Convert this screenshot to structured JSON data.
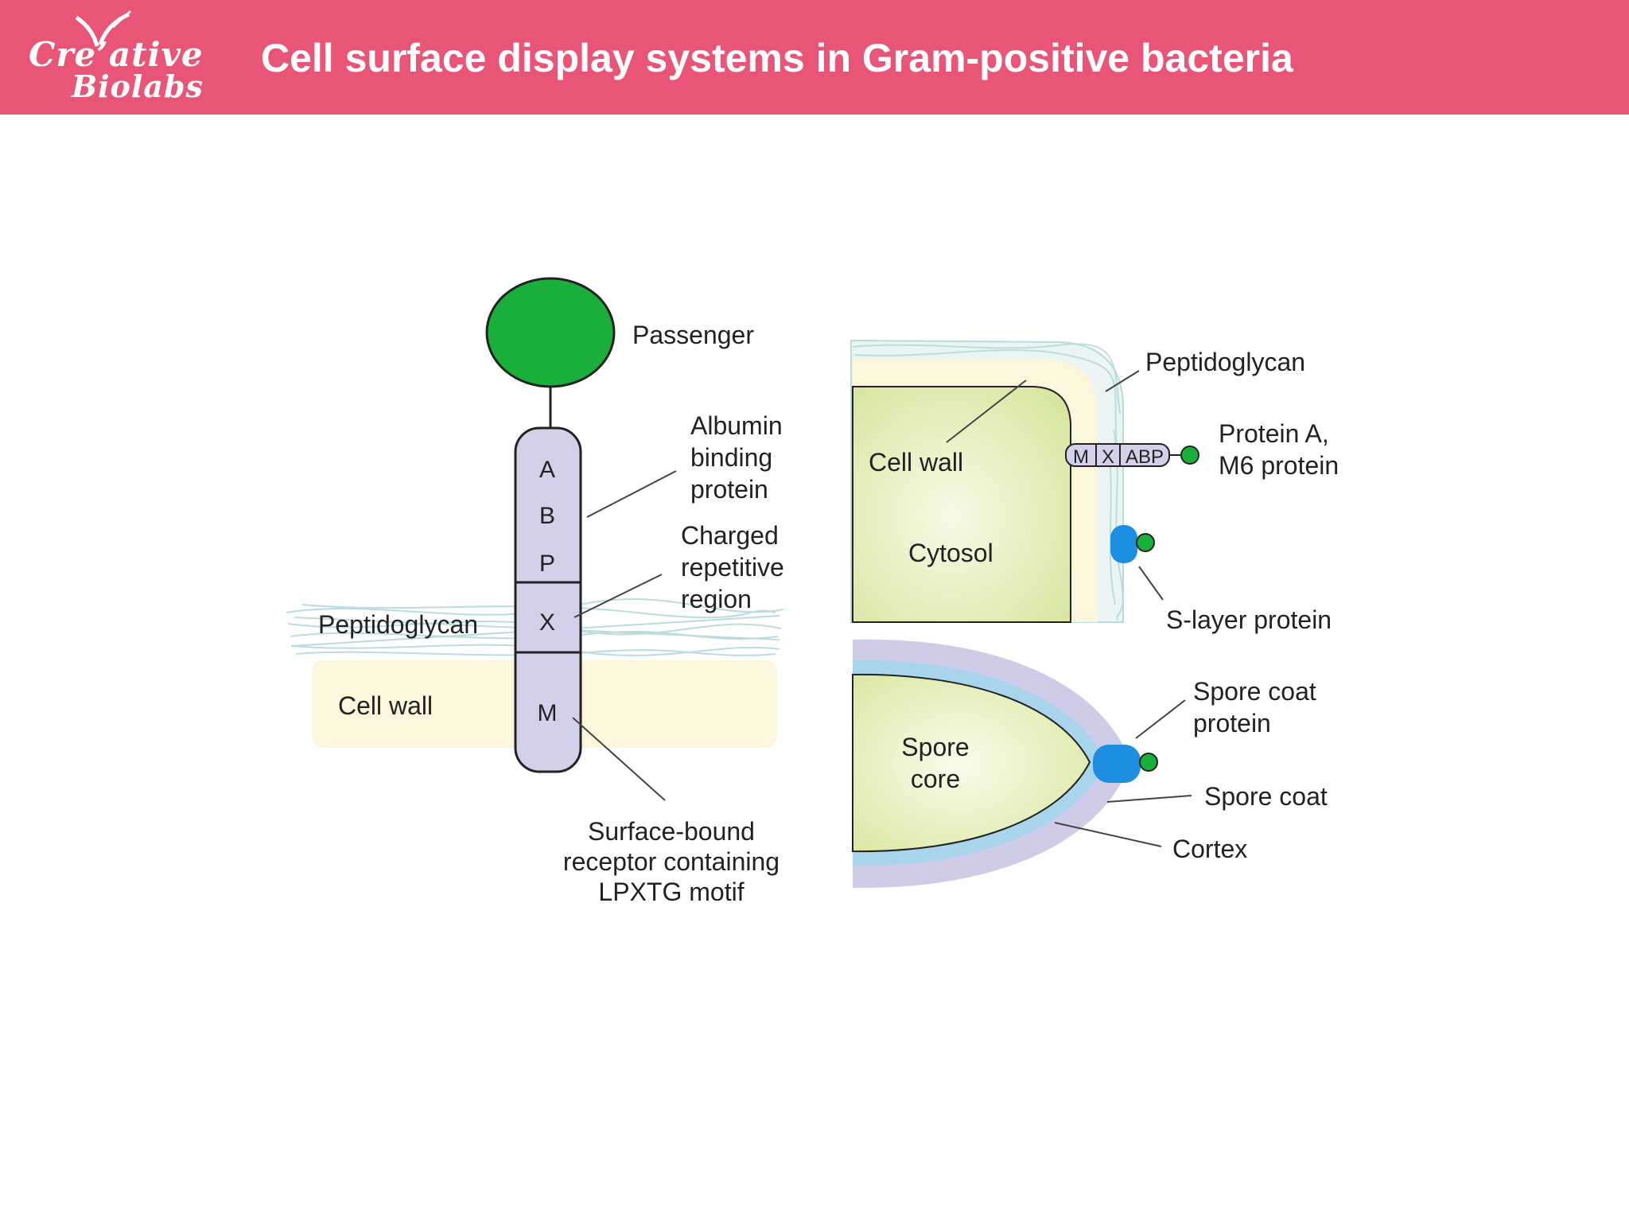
{
  "header": {
    "logo_line1": "Cre’ative",
    "logo_line2": "Biolabs",
    "title": "Cell surface display systems in Gram-positive bacteria"
  },
  "left_panel": {
    "passenger": "Passenger",
    "segments": [
      "A",
      "B",
      "P",
      "X",
      "M"
    ],
    "albumin": [
      "Albumin",
      "binding",
      "protein"
    ],
    "charged": [
      "Charged",
      "repetitive",
      "region"
    ],
    "peptidoglycan": "Peptidoglycan",
    "cell_wall": "Cell wall",
    "receptor": [
      "Surface-bound",
      "receptor containing",
      "LPXTG motif"
    ]
  },
  "top_right_panel": {
    "peptidoglycan": "Peptidoglycan",
    "cell_wall": "Cell wall",
    "cytosol": "Cytosol",
    "fusion_segments": [
      "M",
      "X",
      "ABP"
    ],
    "protein_a": [
      "Protein A,",
      "M6 protein"
    ],
    "s_layer": "S-layer protein"
  },
  "bottom_right_panel": {
    "spore_core": [
      "Spore",
      "core"
    ],
    "spore_coat_protein": [
      "Spore coat",
      "protein"
    ],
    "spore_coat": "Spore coat",
    "cortex": "Cortex"
  },
  "colors": {
    "header_bg": "#e85577",
    "passenger_green": "#1aaf3a",
    "segment_lavender": "#d4d0ea",
    "cell_wall_cream": "#fcf6dc",
    "cytosol_green": "#e2edb4",
    "peptidoglycan_blue": "#b6dcdc",
    "spore_coat_lavender": "#cfcce8",
    "cortex_blue": "#a8d4ec",
    "anchor_blue": "#1e8ee0"
  }
}
